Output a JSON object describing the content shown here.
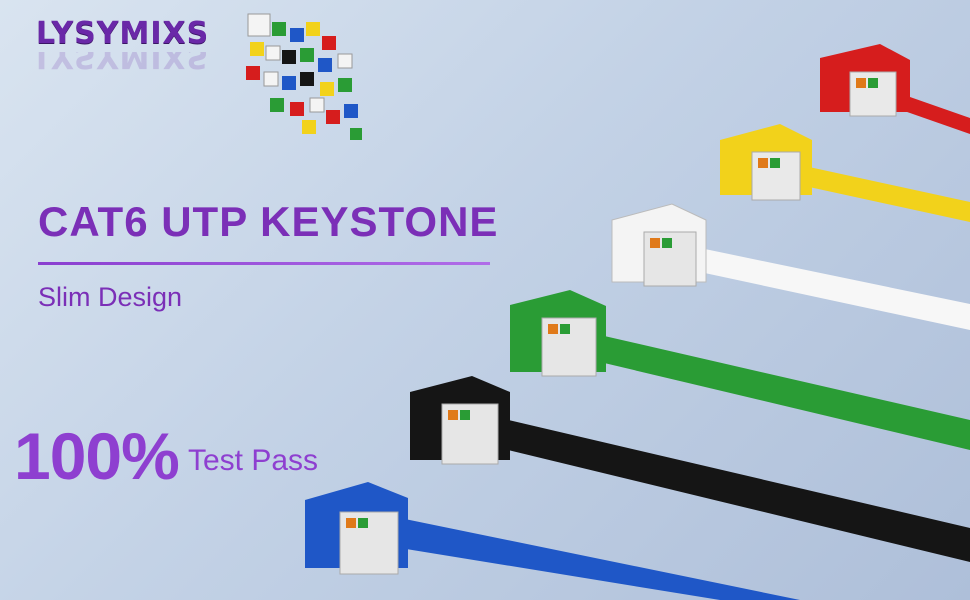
{
  "brand": {
    "name": "LYSYMIXS"
  },
  "headline": "CAT6 UTP KEYSTONE",
  "subtitle": "Slim Design",
  "stat": {
    "value": "100%",
    "label": "Test Pass"
  },
  "products": [
    {
      "color_name": "red",
      "body": "#d61d1d",
      "cable": "#d61d1d"
    },
    {
      "color_name": "yellow",
      "body": "#f2d21b",
      "cable": "#f2d21b"
    },
    {
      "color_name": "white",
      "body": "#f4f4f4",
      "cable": "#f7f7f7"
    },
    {
      "color_name": "green",
      "body": "#2a9c35",
      "cable": "#2a9c35"
    },
    {
      "color_name": "black",
      "body": "#151515",
      "cable": "#151515"
    },
    {
      "color_name": "blue",
      "body": "#1f57c7",
      "cable": "#1f57c7"
    }
  ],
  "colors": {
    "accent": "#7b2fb7",
    "background": "#c3d2e6"
  }
}
